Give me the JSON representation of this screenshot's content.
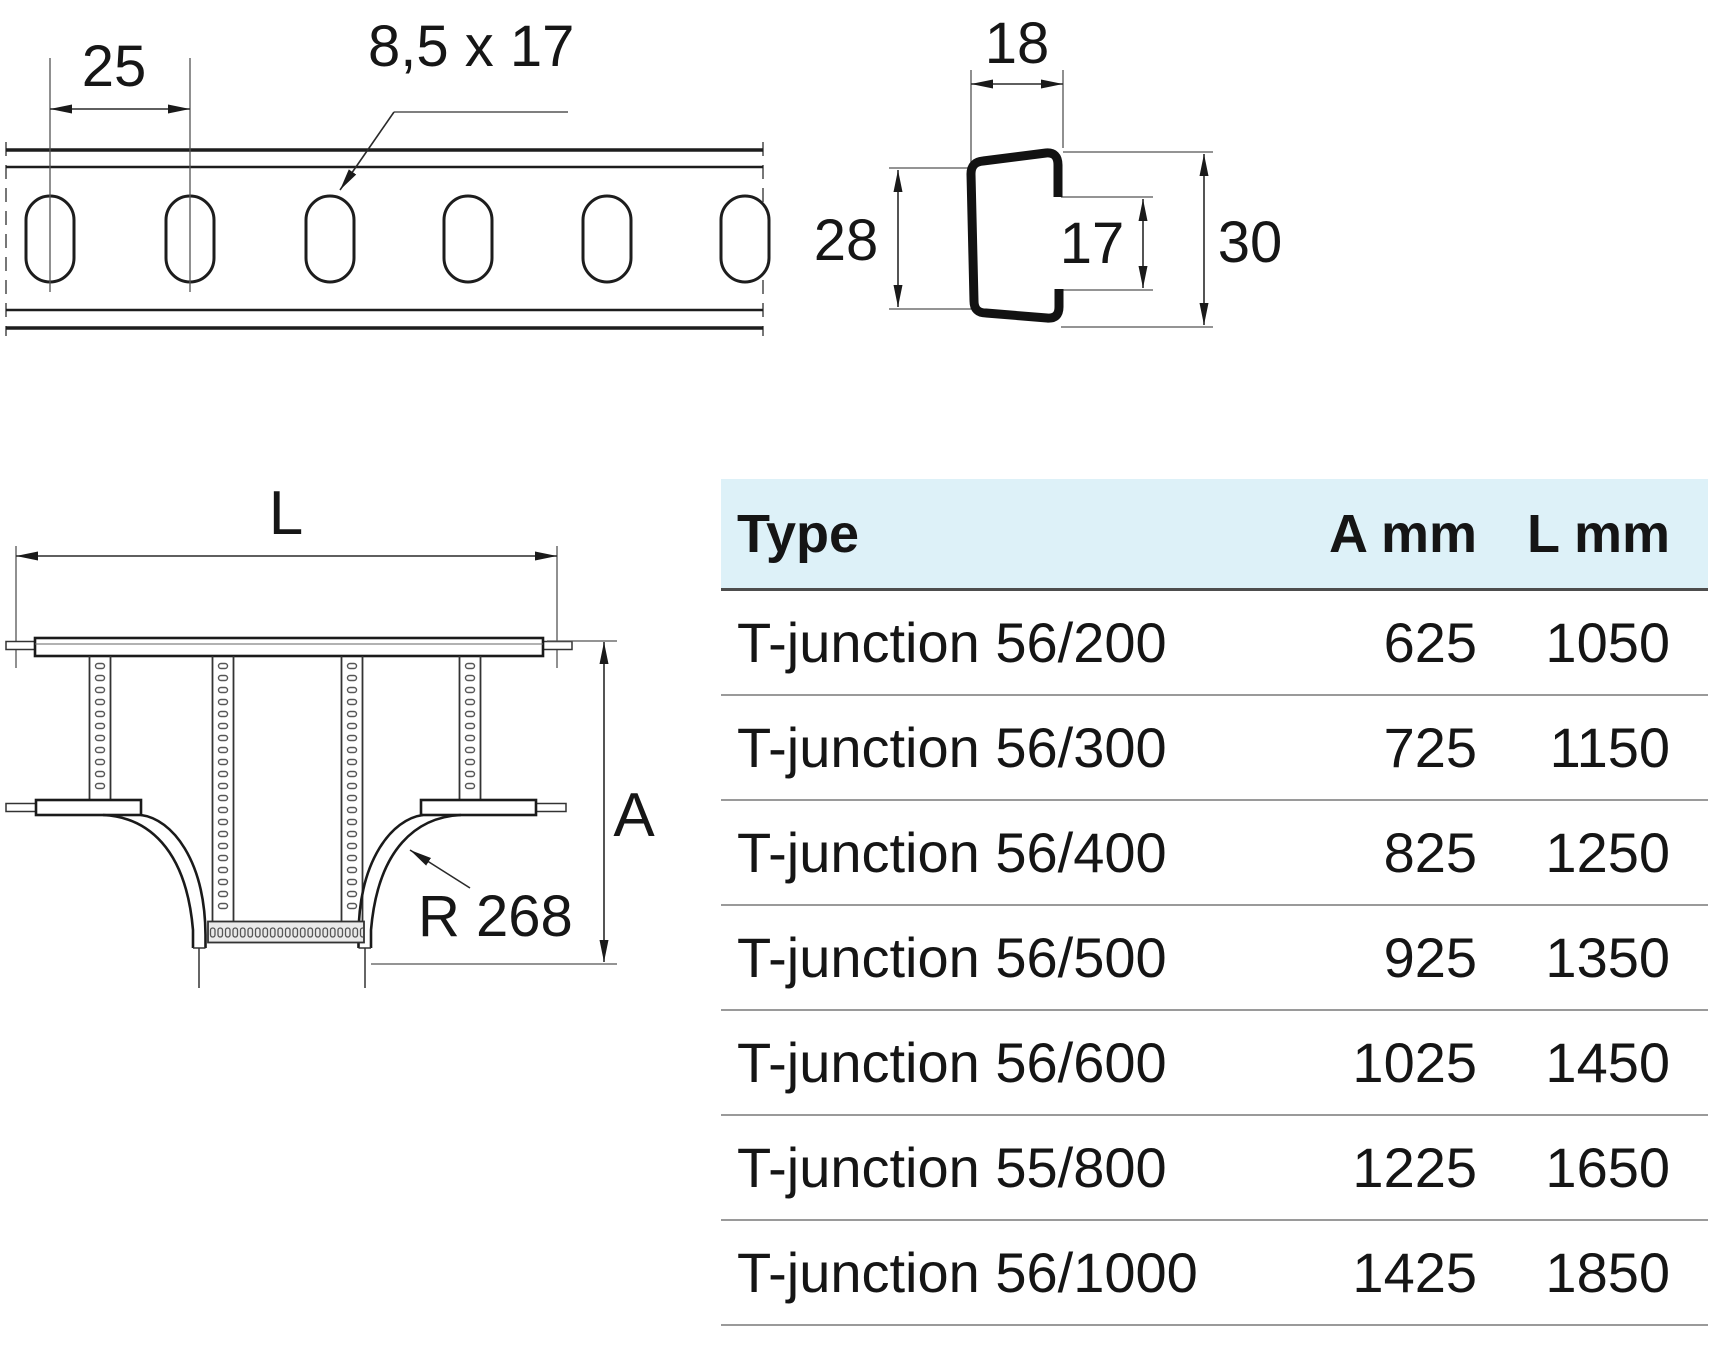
{
  "drawings": {
    "strip": {
      "pitch_label": "25",
      "slot_size_label": "8,5 x 17"
    },
    "profile": {
      "top_width_label": "18",
      "left_height_label": "28",
      "opening_height_label": "17",
      "total_height_label": "30"
    },
    "tee": {
      "length_label": "L",
      "height_label": "A",
      "radius_label": "R 268"
    }
  },
  "table": {
    "header_bg": "#ddf1f8",
    "divider_color": "#9a9a9a",
    "columns": {
      "type": "Type",
      "a": "A mm",
      "l": "L mm"
    },
    "rows": [
      {
        "type": "T-junction 56/200",
        "a": "625",
        "l": "1050"
      },
      {
        "type": "T-junction 56/300",
        "a": "725",
        "l": "1150"
      },
      {
        "type": "T-junction 56/400",
        "a": "825",
        "l": "1250"
      },
      {
        "type": "T-junction 56/500",
        "a": "925",
        "l": "1350"
      },
      {
        "type": "T-junction 56/600",
        "a": "1025",
        "l": "1450"
      },
      {
        "type": "T-junction 55/800",
        "a": "1225",
        "l": "1650"
      },
      {
        "type": "T-junction 56/1000",
        "a": "1425",
        "l": "1850"
      }
    ]
  }
}
